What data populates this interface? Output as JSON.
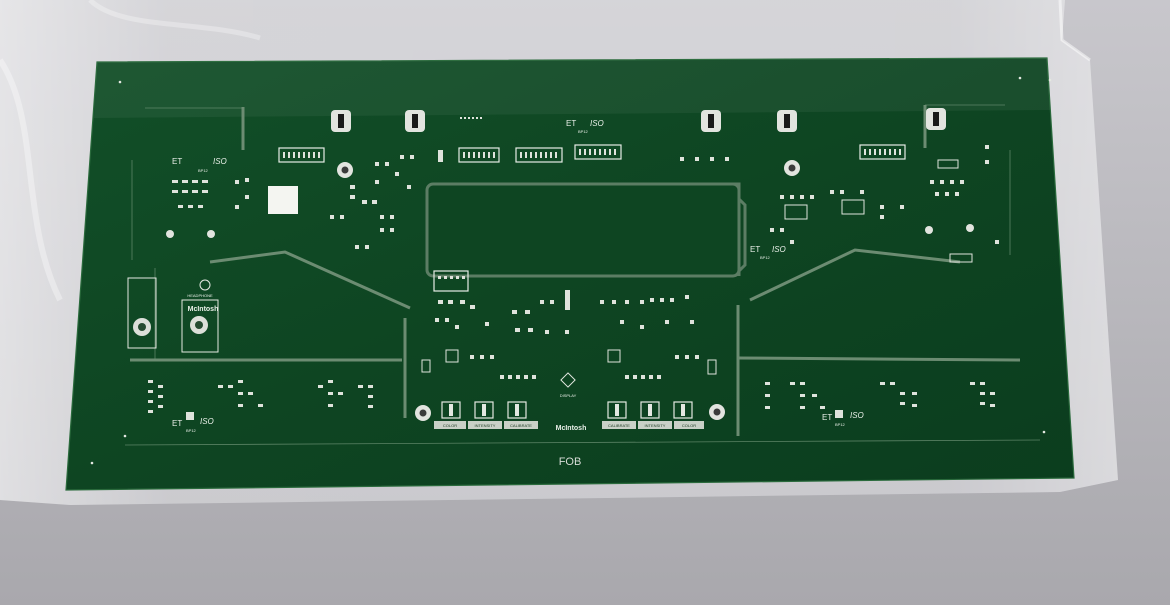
{
  "photo": {
    "subject": "Printed circuit board in a clear plastic bag",
    "colors": {
      "background": "#b9b8bd",
      "board": "#0f4a24",
      "silkscreen": "#e9efe8",
      "pad": "#d9dcd5"
    }
  },
  "board": {
    "fob_label": "FOB",
    "display_label": "DISPLAY",
    "brand": "McIntosh",
    "headphone_label": "HEADPHONE",
    "board_codes": [
      "ET",
      "ISO",
      "BP12"
    ],
    "button_labels_left": [
      "COLOR",
      "INTENSITY",
      "CALIBRATE"
    ],
    "button_labels_right": [
      "CALIBRATE",
      "INTENSITY",
      "COLOR"
    ]
  }
}
